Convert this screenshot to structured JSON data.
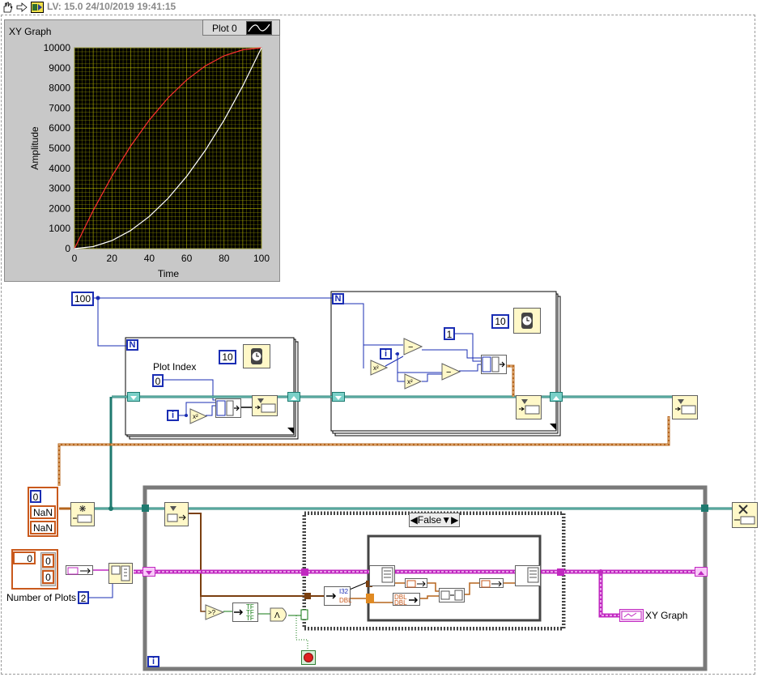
{
  "toolbar": {
    "version_label": "LV: 15.0 24/10/2019 19:41:15",
    "icons": [
      "hand-icon",
      "arrow-icon",
      "labview-icon"
    ]
  },
  "xy_graph": {
    "title": "XY Graph",
    "legend_label": "Plot 0",
    "plot_background": "#000000",
    "grid_color": "#c8c800"
  },
  "chart_data": {
    "type": "line",
    "xlabel": "Time",
    "ylabel": "Amplitude",
    "xlim": [
      0,
      100
    ],
    "ylim": [
      0,
      10000
    ],
    "x_ticks": [
      "0",
      "20",
      "40",
      "60",
      "80",
      "100"
    ],
    "y_ticks": [
      "0",
      "1000",
      "2000",
      "3000",
      "4000",
      "5000",
      "6000",
      "7000",
      "8000",
      "9000",
      "10000"
    ],
    "grid": true,
    "series": [
      {
        "color": "#ff3030",
        "x": [
          0,
          10,
          20,
          30,
          40,
          50,
          60,
          70,
          80,
          90,
          100
        ],
        "y": [
          0,
          1900,
          3600,
          5100,
          6400,
          7500,
          8400,
          9100,
          9600,
          9900,
          10000
        ]
      },
      {
        "color": "#ffffff",
        "x": [
          0,
          10,
          20,
          30,
          40,
          50,
          60,
          70,
          80,
          90,
          100
        ],
        "y": [
          0,
          100,
          400,
          900,
          1600,
          2500,
          3600,
          4900,
          6400,
          8100,
          10000
        ]
      }
    ]
  },
  "diagram": {
    "constant_100": "100",
    "loop_count_label": "N",
    "iteration_label": "i",
    "plot_index_label": "Plot Index",
    "plot_index_value": "0",
    "wait_ms_1": "10",
    "wait_ms_2": "10",
    "constant_1": "1",
    "cluster_index": "0",
    "nan_1": "NaN",
    "nan_2": "NaN",
    "array_index": "0",
    "array_elem_1": "0",
    "array_elem_2": "0",
    "number_of_plots_label": "Number of Plots",
    "number_of_plots_value": "2",
    "case_selector": "False",
    "xy_graph_terminal_label": "XY Graph",
    "dbl_tag": "DBL",
    "tf_tag": "TF"
  }
}
